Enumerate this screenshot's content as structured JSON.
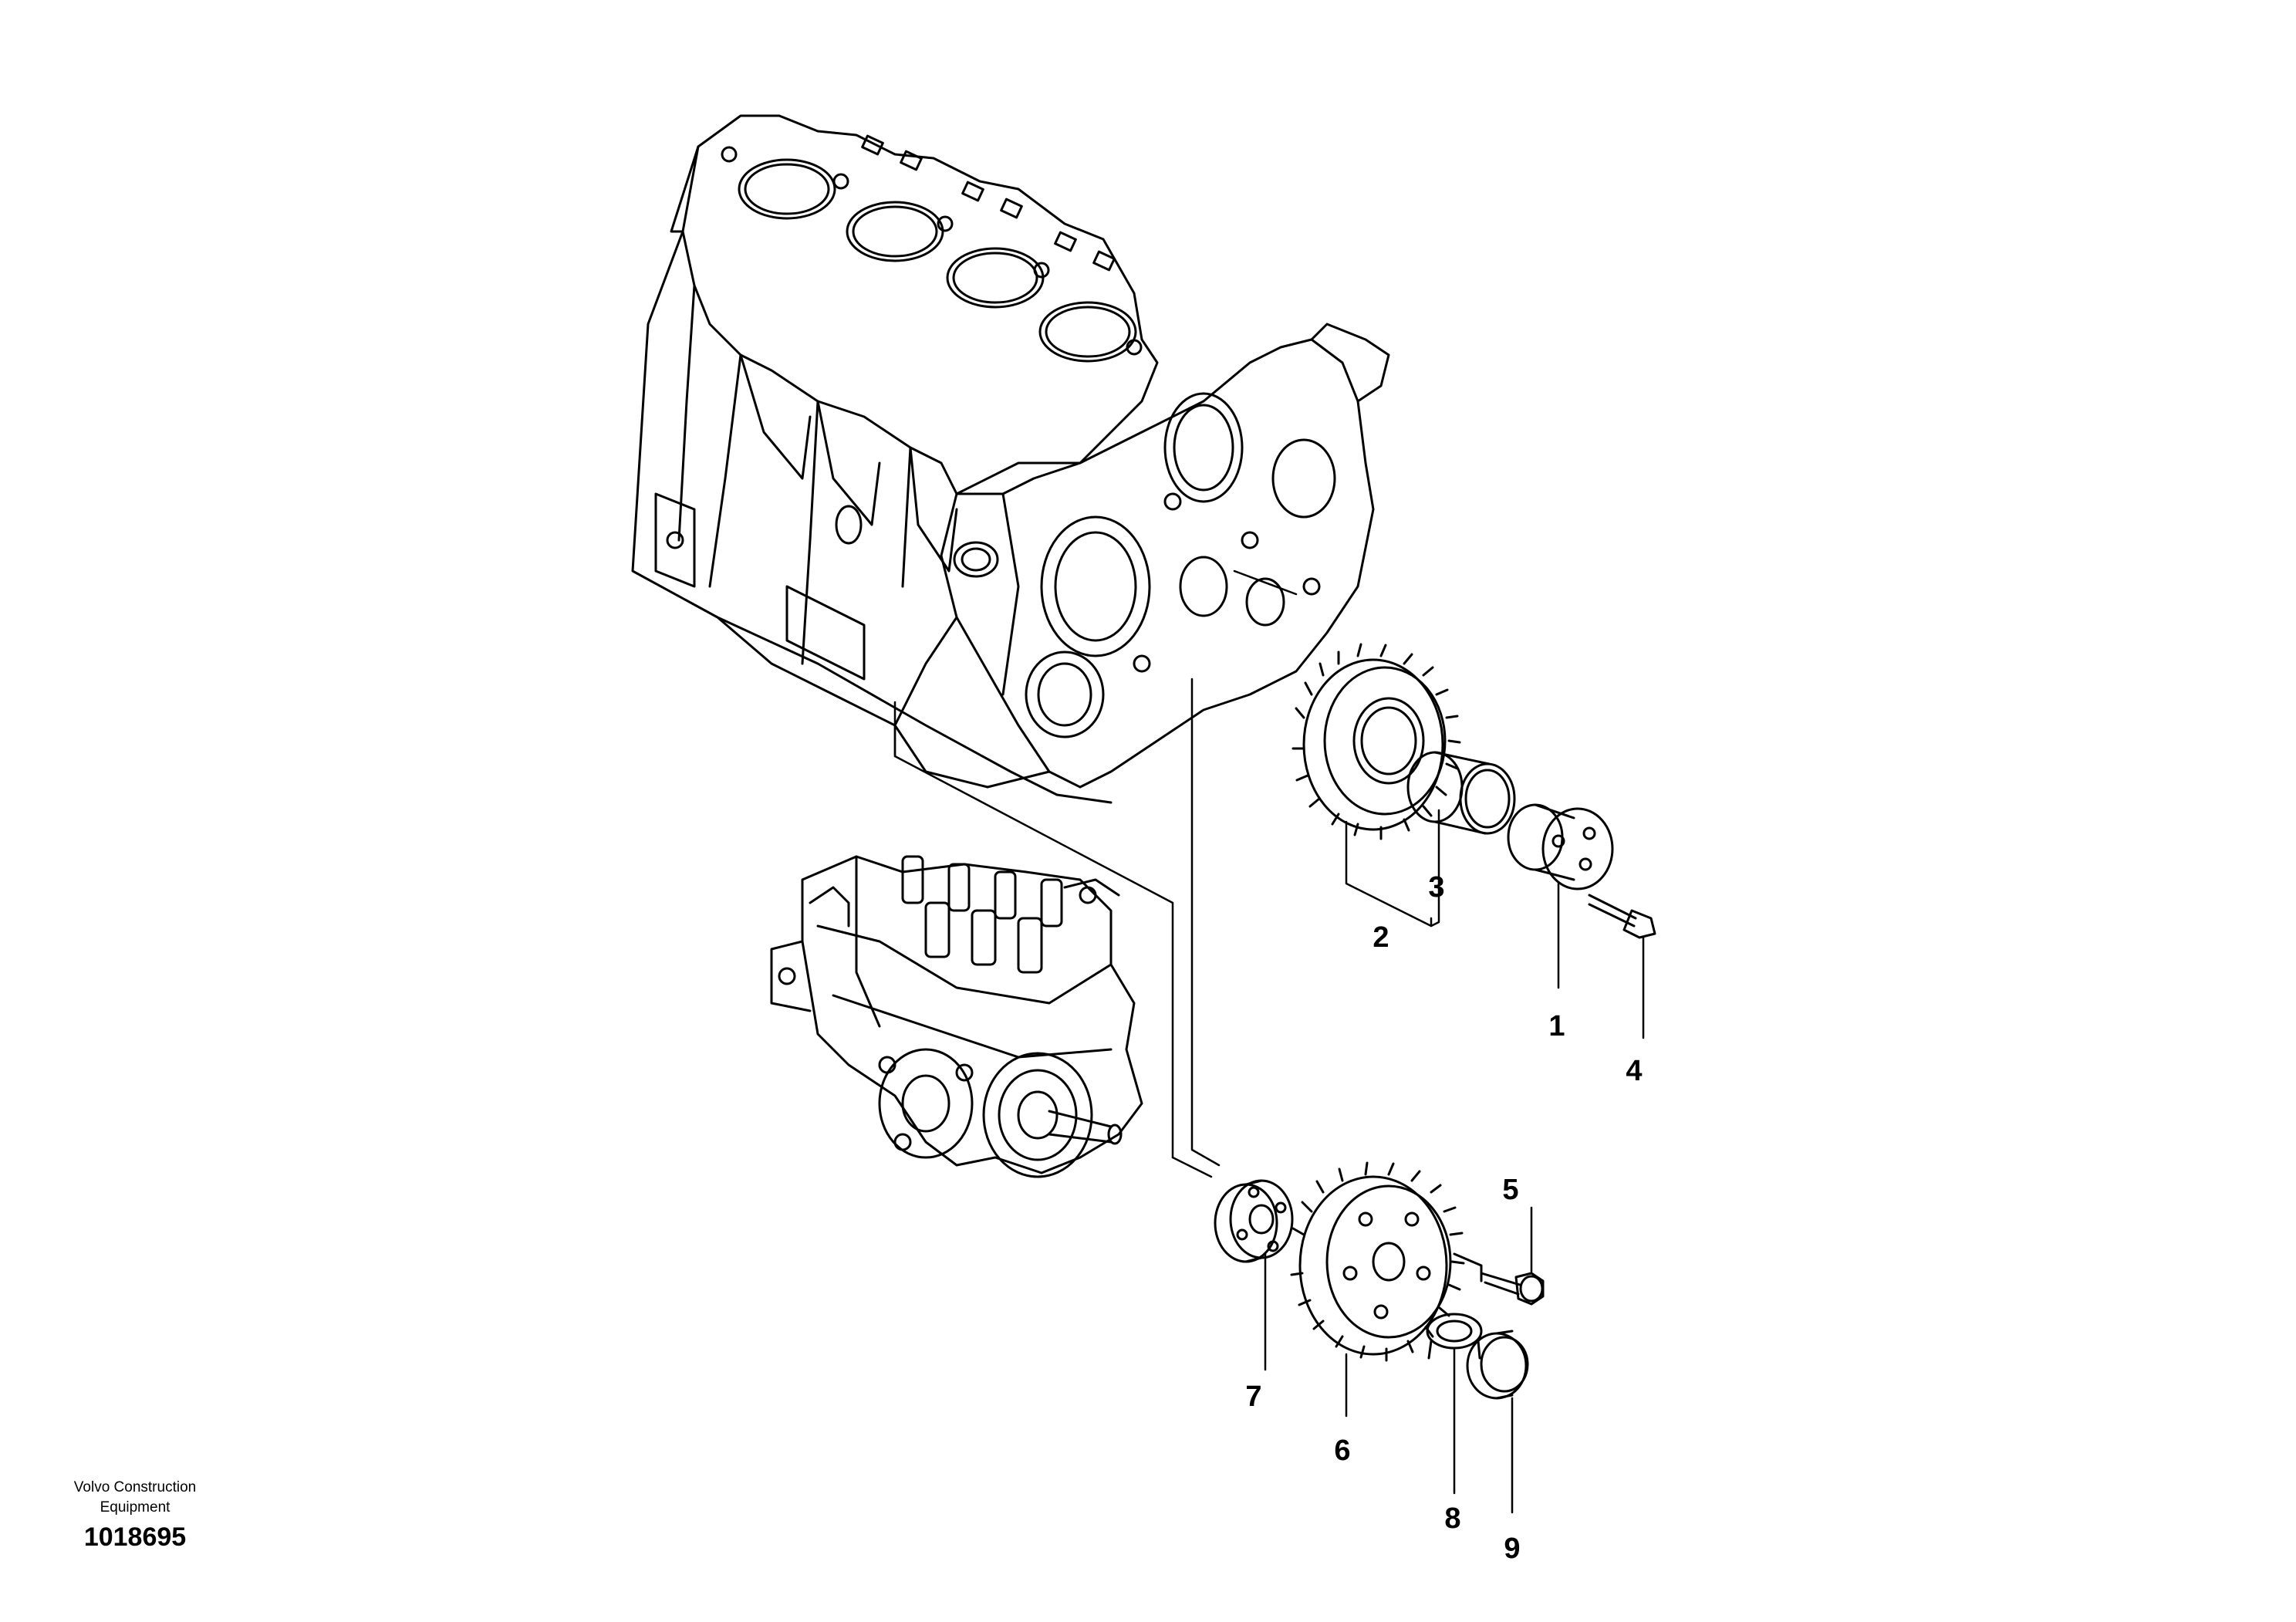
{
  "footer": {
    "company_line1": "Volvo Construction",
    "company_line2": "Equipment",
    "drawing_number": "1018695"
  },
  "callouts": [
    {
      "id": "1",
      "label": "1"
    },
    {
      "id": "2",
      "label": "2"
    },
    {
      "id": "3",
      "label": "3"
    },
    {
      "id": "4",
      "label": "4"
    },
    {
      "id": "5",
      "label": "5"
    },
    {
      "id": "6",
      "label": "6"
    },
    {
      "id": "7",
      "label": "7"
    },
    {
      "id": "8",
      "label": "8"
    },
    {
      "id": "9",
      "label": "9"
    }
  ],
  "colors": {
    "line": "#000000",
    "background": "#ffffff"
  }
}
